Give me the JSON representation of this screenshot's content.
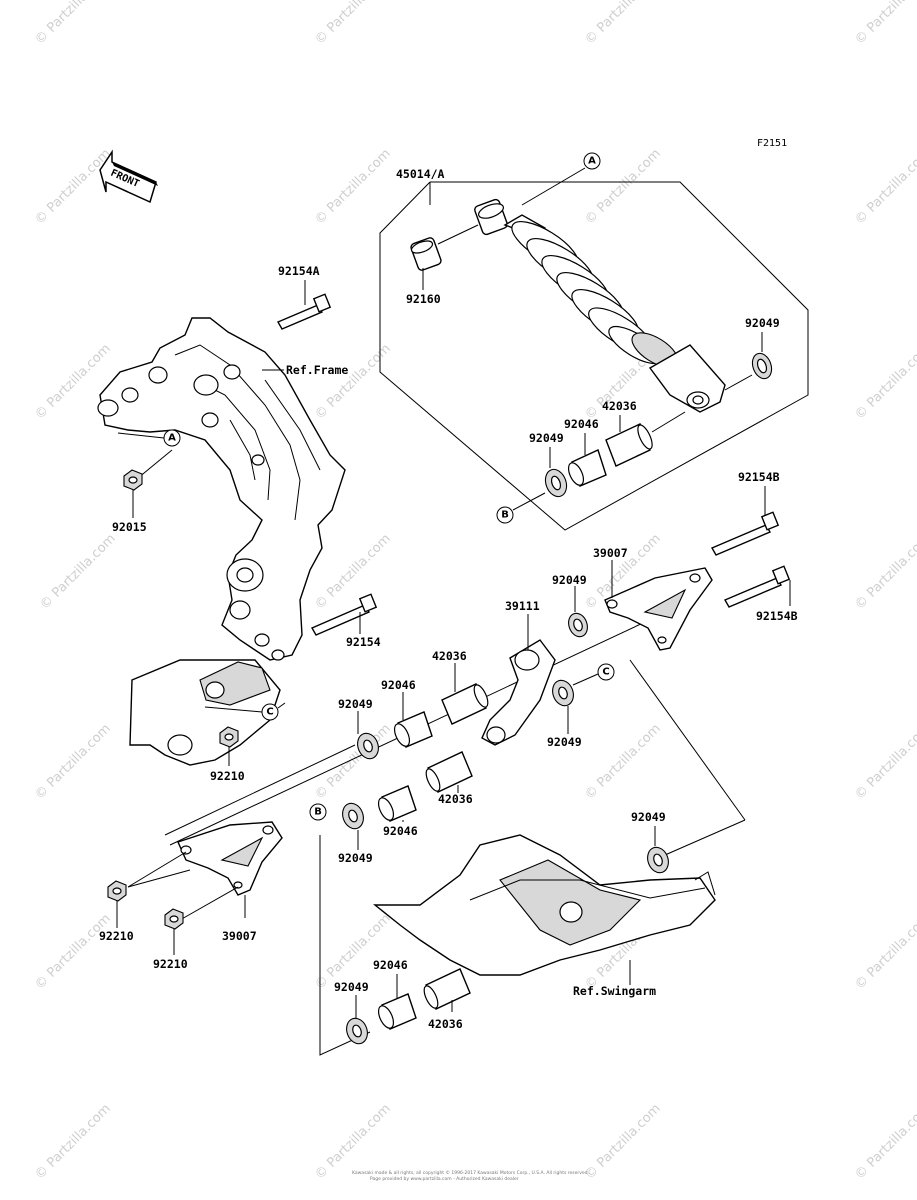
{
  "figure_id": "F2151",
  "front_label": "FRONT",
  "ref_labels": {
    "frame": "Ref.Frame",
    "swingarm": "Ref.Swingarm"
  },
  "callouts": {
    "a": "A",
    "b": "B",
    "c": "C"
  },
  "parts": {
    "shock_absorber": "45014/A",
    "collar_92160": "92160",
    "bolt_upper": "92154A",
    "nut_92015": "92015",
    "bolt_92154": "92154",
    "nut_92210_top": "92210",
    "bolt_92154b_top": "92154B",
    "bolt_92154b_bottom": "92154B",
    "plate_39007_top": "39007",
    "plate_39007_bottom": "39007",
    "rod_39111": "39111",
    "seal_92049_shock_right": "92049",
    "seal_92049_shock_left": "92049",
    "bearing_92046_shock": "92046",
    "sleeve_42036_shock": "42036",
    "seal_92049_mid_right": "92049",
    "seal_92049_mid_right2": "92049",
    "seal_92049_mid_left": "92049",
    "bearing_92046_mid": "92046",
    "sleeve_42036_mid": "42036",
    "sleeve_42036_mid2": "42036",
    "bearing_92046_mid2": "92046",
    "seal_92049_mid_lower": "92049",
    "seal_92049_swingarm": "92049",
    "nut_92210_left": "92210",
    "nut_92210_left2": "92210",
    "bearing_92046_bottom": "92046",
    "seal_92049_bottom": "92049",
    "sleeve_42036_bottom": "42036"
  },
  "watermark": "© Partzilla.com",
  "footer": {
    "line1": "Kawasaki made & all rights, all copyright © 1996-2017 Kawasaki Motors Corp., U.S.A. All rights reserved.",
    "line2": "Page provided by www.partzilla.com - Authorized Kawasaki dealer"
  }
}
